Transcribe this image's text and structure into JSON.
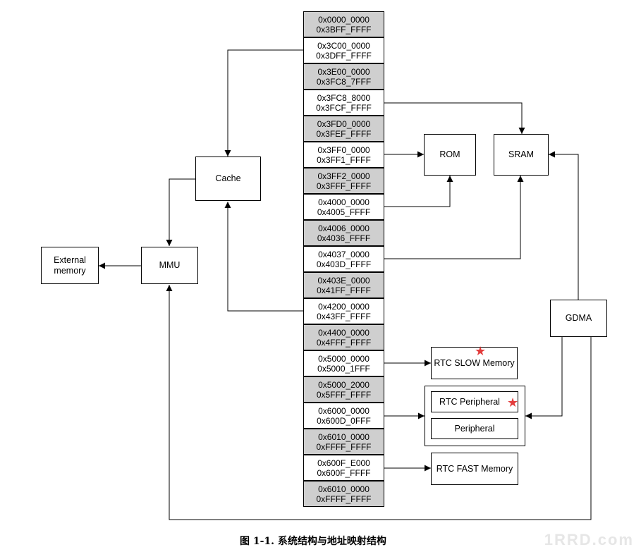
{
  "memory_map": [
    {
      "start": "0x0000_0000",
      "end": "0x3BFF_FFFF",
      "shade": "gray"
    },
    {
      "start": "0x3C00_0000",
      "end": "0x3DFF_FFFF",
      "shade": "white"
    },
    {
      "start": "0x3E00_0000",
      "end": "0x3FC8_7FFF",
      "shade": "gray"
    },
    {
      "start": "0x3FC8_8000",
      "end": "0x3FCF_FFFF",
      "shade": "white"
    },
    {
      "start": "0x3FD0_0000",
      "end": "0x3FEF_FFFF",
      "shade": "gray"
    },
    {
      "start": "0x3FF0_0000",
      "end": "0x3FF1_FFFF",
      "shade": "white"
    },
    {
      "start": "0x3FF2_0000",
      "end": "0x3FFF_FFFF",
      "shade": "gray"
    },
    {
      "start": "0x4000_0000",
      "end": "0x4005_FFFF",
      "shade": "white"
    },
    {
      "start": "0x4006_0000",
      "end": "0x4036_FFFF",
      "shade": "gray"
    },
    {
      "start": "0x4037_0000",
      "end": "0x403D_FFFF",
      "shade": "white"
    },
    {
      "start": "0x403E_0000",
      "end": "0x41FF_FFFF",
      "shade": "gray"
    },
    {
      "start": "0x4200_0000",
      "end": "0x43FF_FFFF",
      "shade": "white"
    },
    {
      "start": "0x4400_0000",
      "end": "0x4FFF_FFFF",
      "shade": "gray"
    },
    {
      "start": "0x5000_0000",
      "end": "0x5000_1FFF",
      "shade": "white"
    },
    {
      "start": "0x5000_2000",
      "end": "0x5FFF_FFFF",
      "shade": "gray"
    },
    {
      "start": "0x6000_0000",
      "end": "0x600D_0FFF",
      "shade": "white"
    },
    {
      "start": "0x6010_0000",
      "end": "0xFFFF_FFFF",
      "shade": "gray"
    },
    {
      "start": "0x600F_E000",
      "end": "0x600F_FFFF",
      "shade": "white"
    },
    {
      "start": "0x6010_0000",
      "end": "0xFFFF_FFFF",
      "shade": "gray"
    }
  ],
  "blocks": {
    "cache": "Cache",
    "mmu": "MMU",
    "external_memory_line1": "External",
    "external_memory_line2": "memory",
    "rom": "ROM",
    "sram": "SRAM",
    "gdma": "GDMA",
    "rtc_slow_memory": "RTC SLOW Memory",
    "rtc_peripheral": "RTC Peripheral",
    "peripheral": "Peripheral",
    "rtc_fast_memory": "RTC FAST Memory"
  },
  "caption": "图 1-1. 系统结构与地址映射结构",
  "watermark": "1RRD.com",
  "colors": {
    "shade_gray": "#cfcfcf",
    "star": "#e23b3b",
    "line": "#000000"
  }
}
